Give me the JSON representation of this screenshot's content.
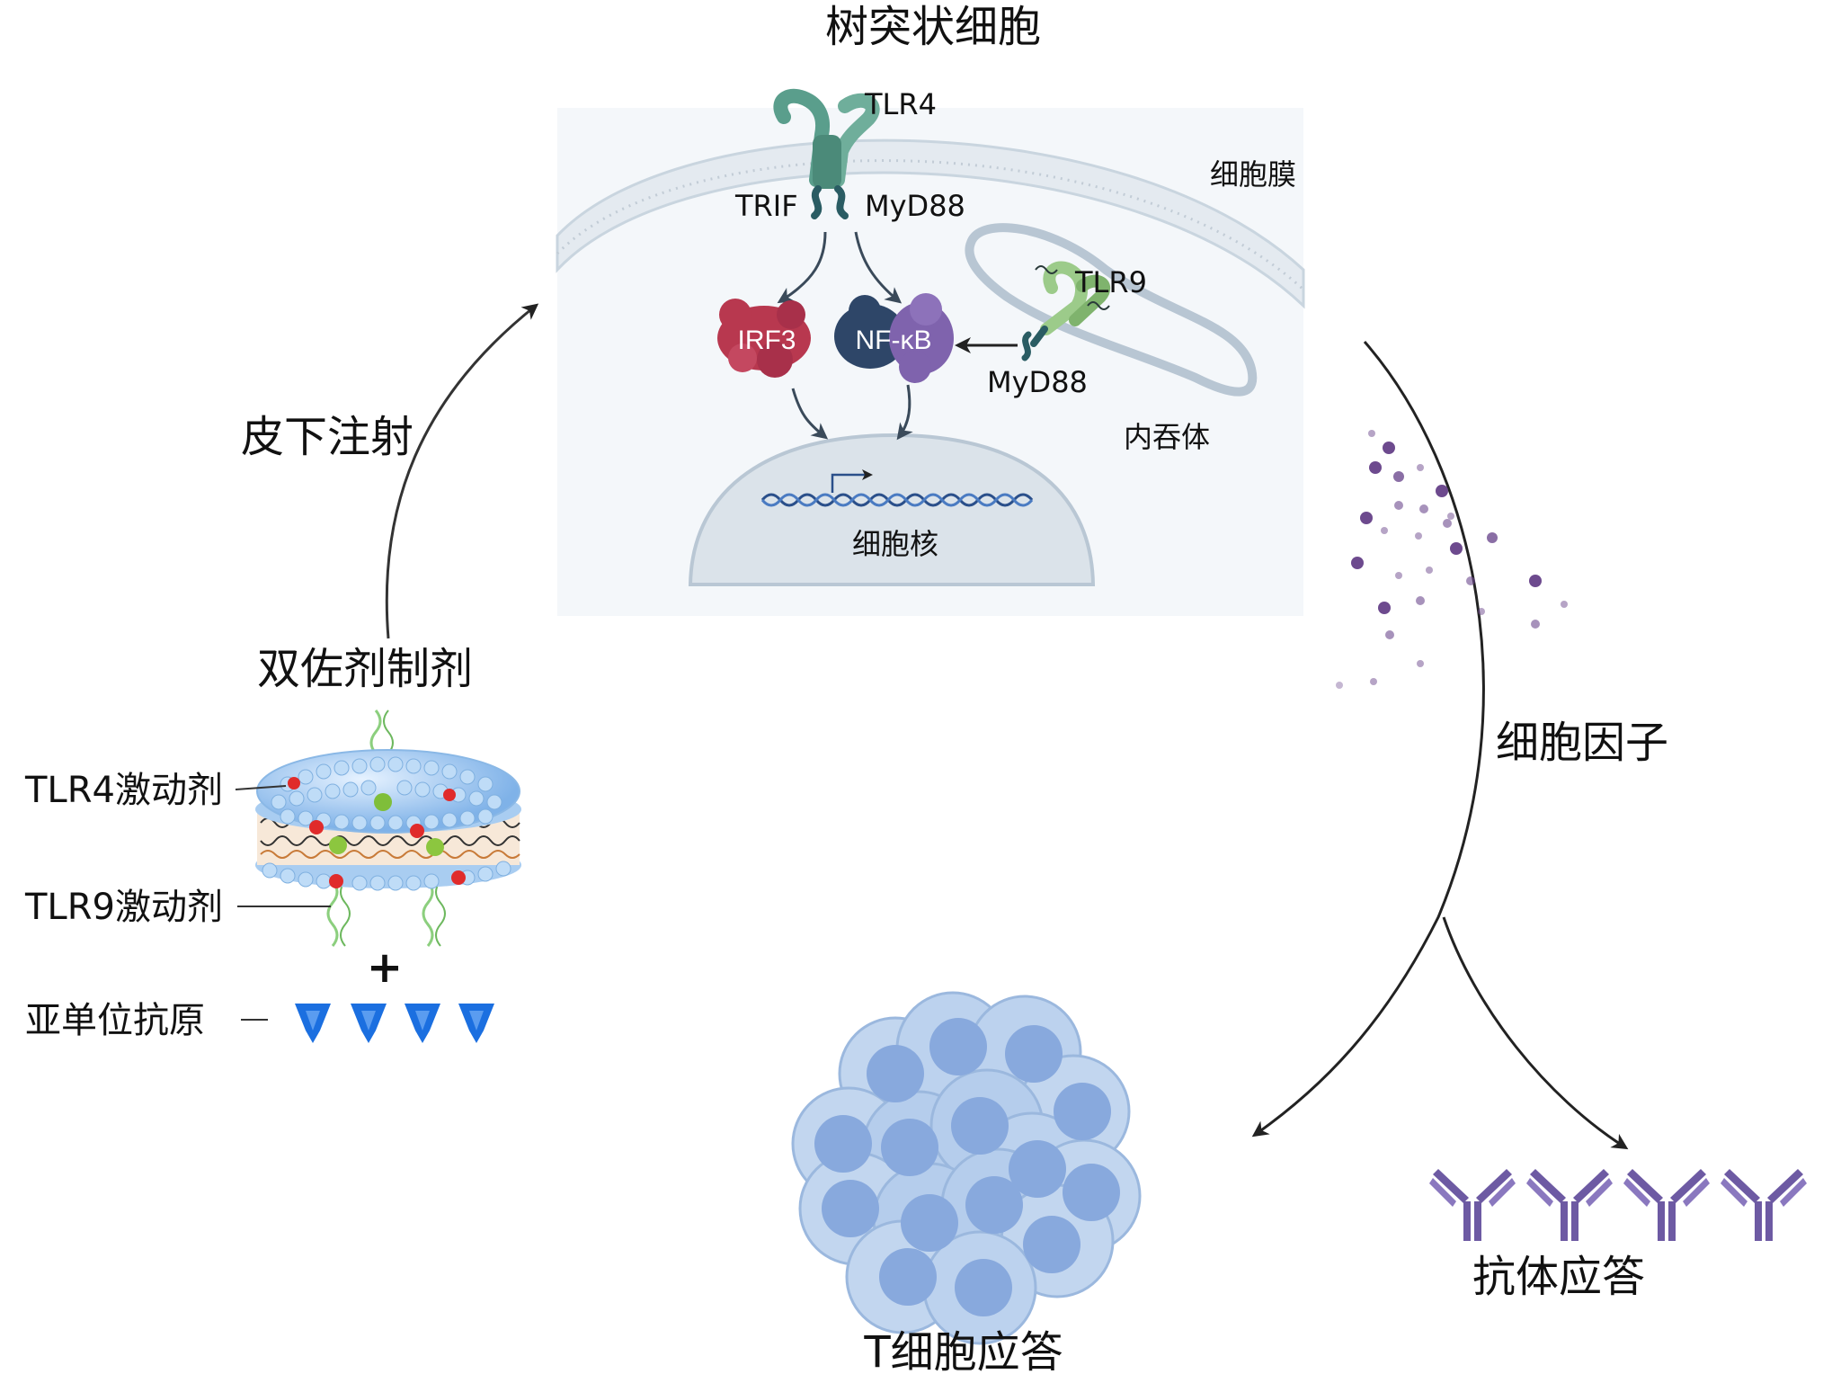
{
  "title": "树突状细胞",
  "cell": {
    "membrane_label": "细胞膜",
    "tlr4_label": "TLR4",
    "trif_label": "TRIF",
    "myd88_top_label": "MyD88",
    "irf3_label": "IRF3",
    "nfkb_label": "NF-κB",
    "tlr9_label": "TLR9",
    "myd88_endo_label": "MyD88",
    "endosome_label": "内吞体",
    "nucleus_label": "细胞核"
  },
  "left": {
    "route_label": "皮下注射",
    "formulation_label": "双佐剂制剂",
    "tlr4_agonist_label": "TLR4激动剂",
    "tlr9_agonist_label": "TLR9激动剂",
    "plus_label": "+",
    "antigen_label": "亚单位抗原"
  },
  "right": {
    "cytokine_label": "细胞因子",
    "antibody_label": "抗体应答",
    "tcell_label": "T细胞应答"
  },
  "colors": {
    "tlr": "#5a9e8c",
    "irf3": "#b8384f",
    "nfkb_dark": "#2e4668",
    "nfkb_purple": "#7f63ad",
    "cell_bg": "#f3f6f9",
    "membrane": "#c9d5df",
    "nucleus": "#dbe3ea",
    "tcell": "#a9c4e8",
    "antibody": "#6d5aa3",
    "antigen": "#1b6fe0",
    "cytokine": "#6d4a8e"
  }
}
